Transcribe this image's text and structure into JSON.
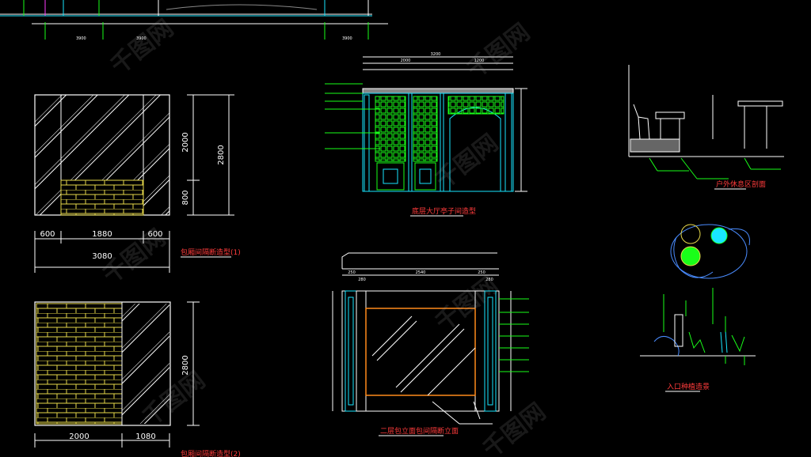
{
  "top_section": {
    "dims": [
      "3900",
      "3900",
      "3900"
    ]
  },
  "wall_a": {
    "dims_vertical": [
      "2000",
      "800",
      "2800"
    ],
    "dims_horizontal": [
      "600",
      "1880",
      "600"
    ],
    "total_width": "3080",
    "title": "包厢间隔断造型(1)"
  },
  "wall_b": {
    "dims_vertical": [
      "2800"
    ],
    "dims_horizontal": [
      "2000",
      "1080"
    ],
    "title": "包厢间隔断造型(2)"
  },
  "partition_elevation": {
    "top_dims": [
      "3200",
      "2000",
      "1200"
    ],
    "title": "底层大厅亭子间造型",
    "side_labels": [
      "",
      "",
      "",
      "",
      "",
      ""
    ]
  },
  "screen_elevation": {
    "top_dims": [
      "2540",
      "250",
      "280",
      "250",
      "280"
    ],
    "title": "二层包立面包间隔断立面",
    "side_labels": [
      "",
      "",
      "",
      "",
      "",
      "",
      "",
      "",
      ""
    ],
    "bottom_labels": [
      "",
      ""
    ]
  },
  "outdoor_section": {
    "title": "户外休息区剖面",
    "labels": [
      "",
      "",
      "",
      ""
    ]
  },
  "entrance_planting": {
    "title": "入口种植造景",
    "labels": [
      "",
      "",
      "",
      "",
      "",
      "",
      "",
      ""
    ]
  },
  "footer_note": "",
  "watermark": "千图网",
  "colors": {
    "background": "#000000",
    "lines": "#ffffff",
    "cyan": "#19e6ff",
    "green": "#19ff19",
    "yellow": "#e6d84a",
    "orange": "#ff8a1a",
    "red": "#ff3b3b",
    "magenta": "#ff3bff"
  }
}
